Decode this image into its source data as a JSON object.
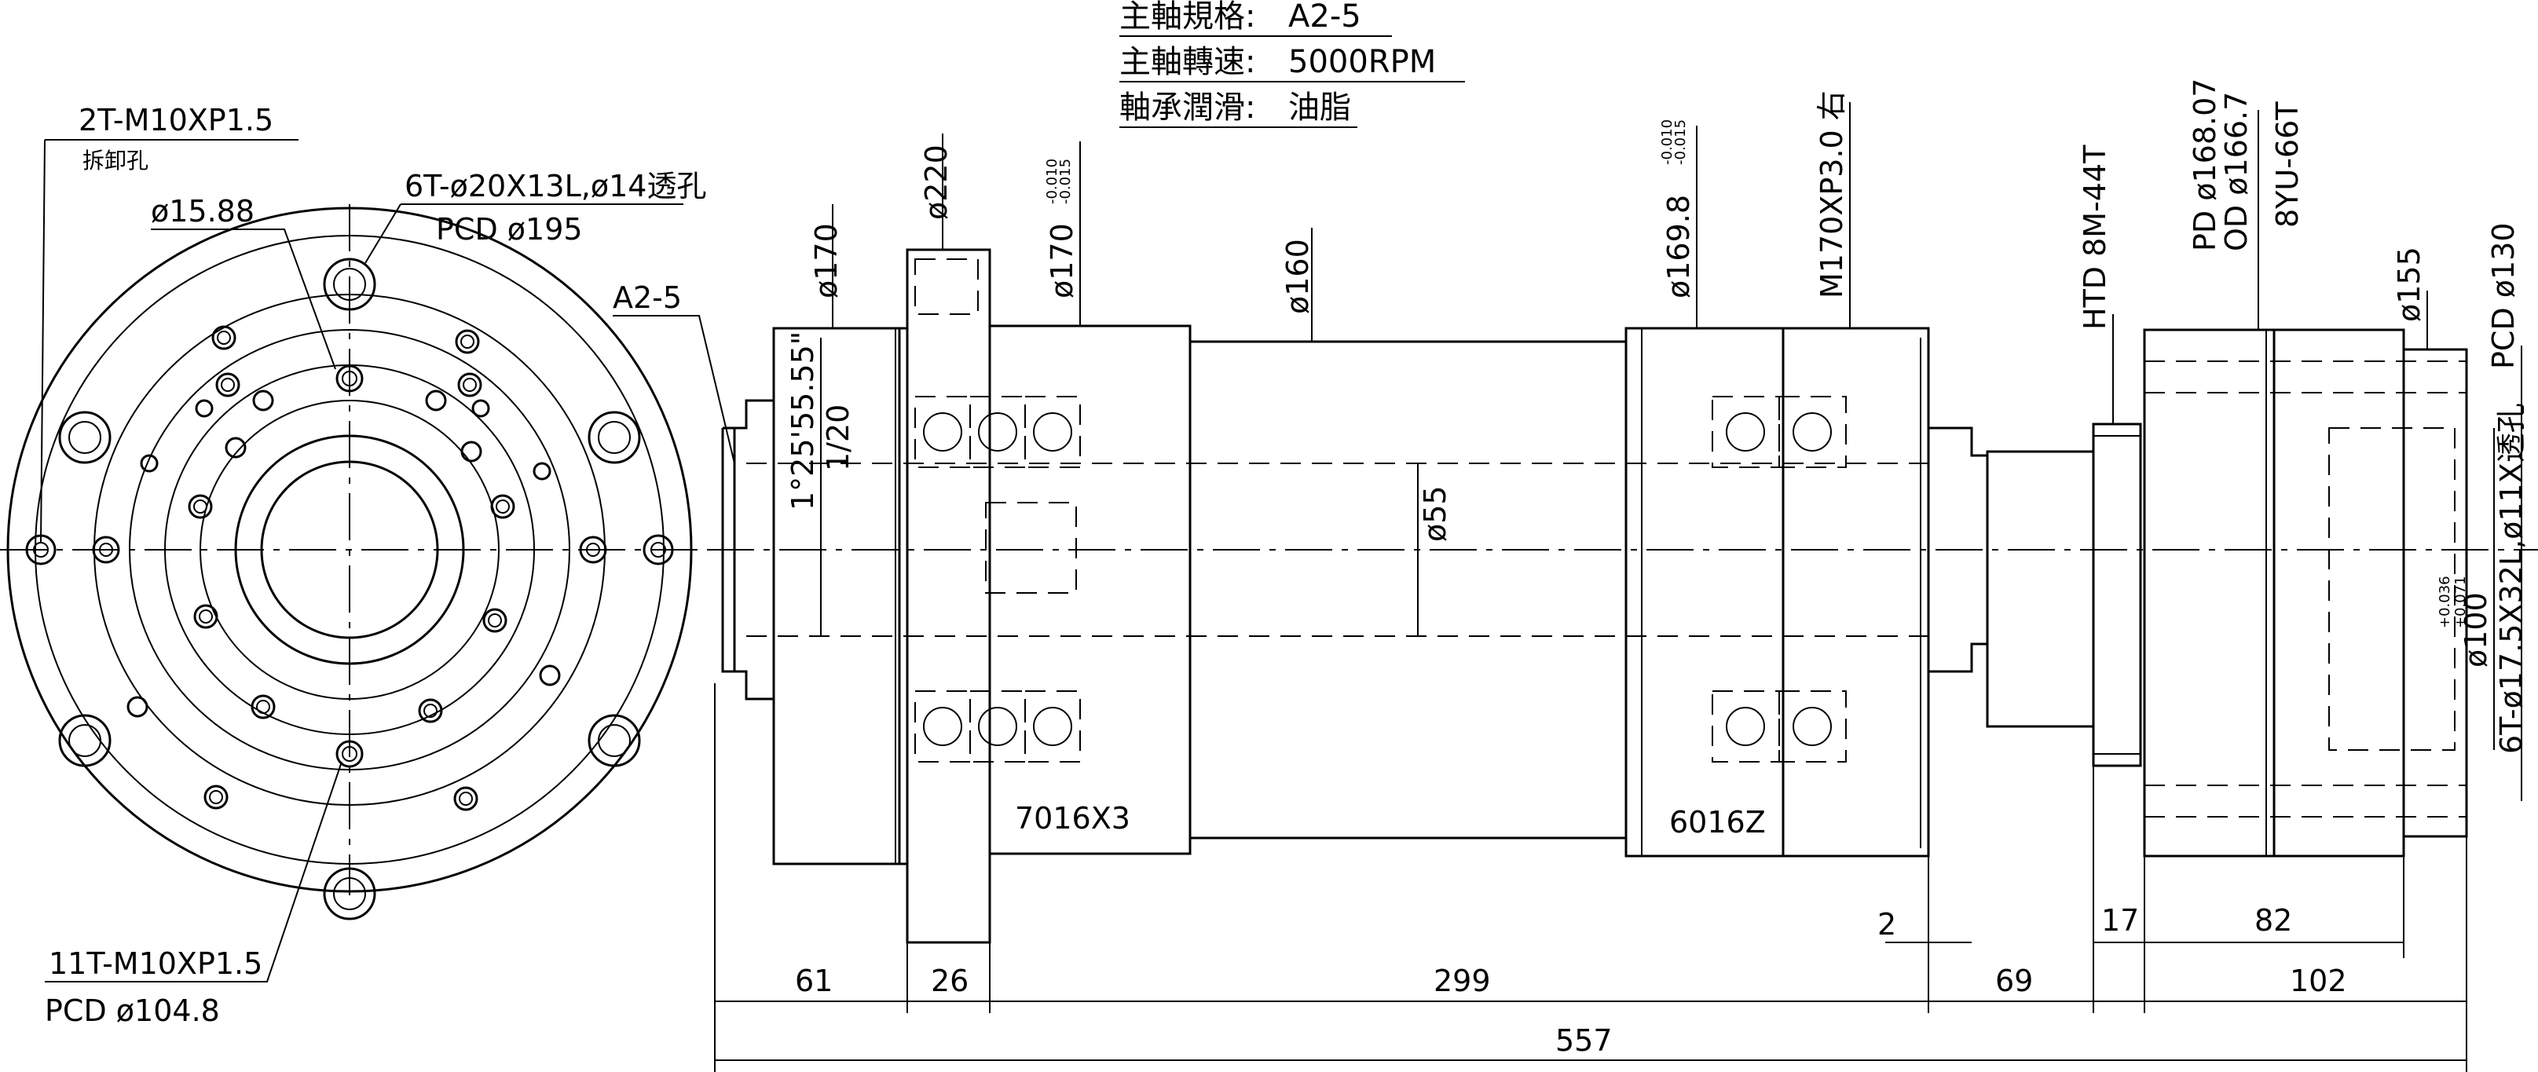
{
  "specs": {
    "spindle_spec_label": "主軸規格:",
    "spindle_spec_value": "A2-5",
    "spindle_speed_label": "主軸轉速:",
    "spindle_speed_value": "5000RPM",
    "lubrication_label": "軸承潤滑:",
    "lubrication_value": "油脂"
  },
  "flange_view": {
    "thread_2t": "2T-M10XP1.5",
    "thread_2t_note": "拆卸孔",
    "bore_1588": "ø15.88",
    "holes_6t": "6T-ø20X13L,ø14透孔",
    "pcd_195": "PCD ø195",
    "nose_a25": "A2-5",
    "thread_11t": "11T-M10XP1.5",
    "pcd_1048": "PCD ø104.8"
  },
  "side_view": {
    "dia_170_left": "ø170",
    "dia_220": "ø220",
    "dia_170_bearing": "ø170",
    "tol_170_upper": "-0.010",
    "tol_170_lower": "-0.015",
    "dia_160": "ø160",
    "dia_1698": "ø169.8",
    "tol_1698_upper": "-0.010",
    "tol_1698_lower": "-0.015",
    "thread_m170": "M170XP3.0 右",
    "belt_htd": "HTD 8M-44T",
    "pulley_pd": "PD ø168.07",
    "pulley_od": "OD ø166.7",
    "pulley_8yu": "8YU-66T",
    "dia_155": "ø155",
    "pcd_130": "PCD ø130",
    "taper_angle": "1°25'55.55\"",
    "taper_ratio": "1/20",
    "bore_55": "ø55",
    "bore_100": "ø100",
    "tol_100_upper": "+0.036",
    "tol_100_lower": "+0.071",
    "holes_6t_rear": "6T-ø17.5X32L,ø11X透孔",
    "bearing_front": "7016X3",
    "bearing_rear": "6016Z"
  },
  "dimensions": {
    "d61": "61",
    "d26": "26",
    "d299": "299",
    "d2": "2",
    "d69": "69",
    "d17": "17",
    "d82": "82",
    "d102": "102",
    "d557": "557"
  }
}
